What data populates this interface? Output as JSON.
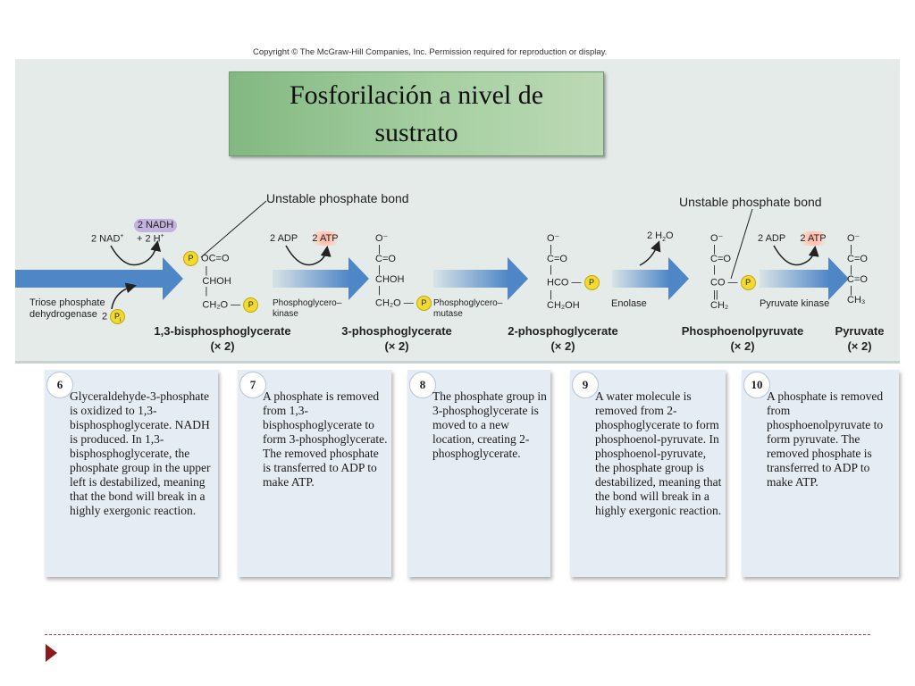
{
  "copyright": "Copyright © The McGraw-Hill Companies, Inc. Permission required for reproduction or display.",
  "title": "Fosforilación a nivel de sustrato",
  "unstable_bond": "Unstable phosphate bond",
  "p_label": "P",
  "pi_label": "P",
  "pi_sub": "i",
  "reaction": {
    "nad": "2 NAD",
    "nad_sup": "+",
    "nadh": "2 NADH",
    "h": "+ 2 H",
    "h_sup": "+",
    "pi_coef": "2",
    "adp1": "2 ADP",
    "atp1": "2 ATP",
    "water": "2 H",
    "water_sub": "2",
    "water_o": "O",
    "adp2": "2 ADP",
    "atp2": "2 ATP"
  },
  "enzymes": {
    "e1_line1": "Triose phosphate",
    "e1_line2": "dehydrogenase",
    "e2_line1": "Phosphoglycero–",
    "e2_line2": "kinase",
    "e3_line1": "Phosphoglycero–",
    "e3_line2": "mutase",
    "e4": "Enolase",
    "e5": "Pyruvate kinase"
  },
  "molecules": [
    {
      "name": "1,3-bisphosphoglycerate",
      "count": "(× 2)"
    },
    {
      "name": "3-phosphoglycerate",
      "count": "(× 2)"
    },
    {
      "name": "2-phosphoglycerate",
      "count": "(× 2)"
    },
    {
      "name": "Phosphoenolpyruvate",
      "count": "(× 2)"
    },
    {
      "name": "Pyruvate",
      "count": "(× 2)"
    }
  ],
  "steps": [
    {
      "num": "6",
      "text": "Glyceraldehyde-3-phosphate is oxidized to 1,3-bisphosphoglycerate. NADH is produced. In 1,3-bisphosphoglycerate, the phosphate group in the upper left is destabilized, meaning that the bond will break in a highly exergonic reaction."
    },
    {
      "num": "7",
      "text": "A phosphate is removed from 1,3-bisphosphoglycerate to form 3-phosphoglycerate. The removed phosphate is transferred to ADP to make ATP."
    },
    {
      "num": "8",
      "text": "The phosphate group in 3-phosphoglycerate is moved to a new location, creating 2-phosphoglycerate."
    },
    {
      "num": "9",
      "text": "A water molecule is removed from 2-phosphoglycerate to form phosphoenol-pyruvate. In phosphoenol-pyruvate, the phosphate group is destabilized, meaning that the bond will break in a highly exergonic reaction."
    },
    {
      "num": "10",
      "text": "A phosphate is removed from phosphoenolpyruvate to form pyruvate. The removed phosphate is transferred to ADP to make ATP."
    }
  ],
  "colors": {
    "panel": "#e4ebe9",
    "arrow": "#4f86c6",
    "title_box": "#a6cfa2",
    "phosphate": "#f2da2f",
    "nadh": "#c3b2dd",
    "atp_glow": "#ffb3a0",
    "accent_red": "#8b1a1a"
  }
}
